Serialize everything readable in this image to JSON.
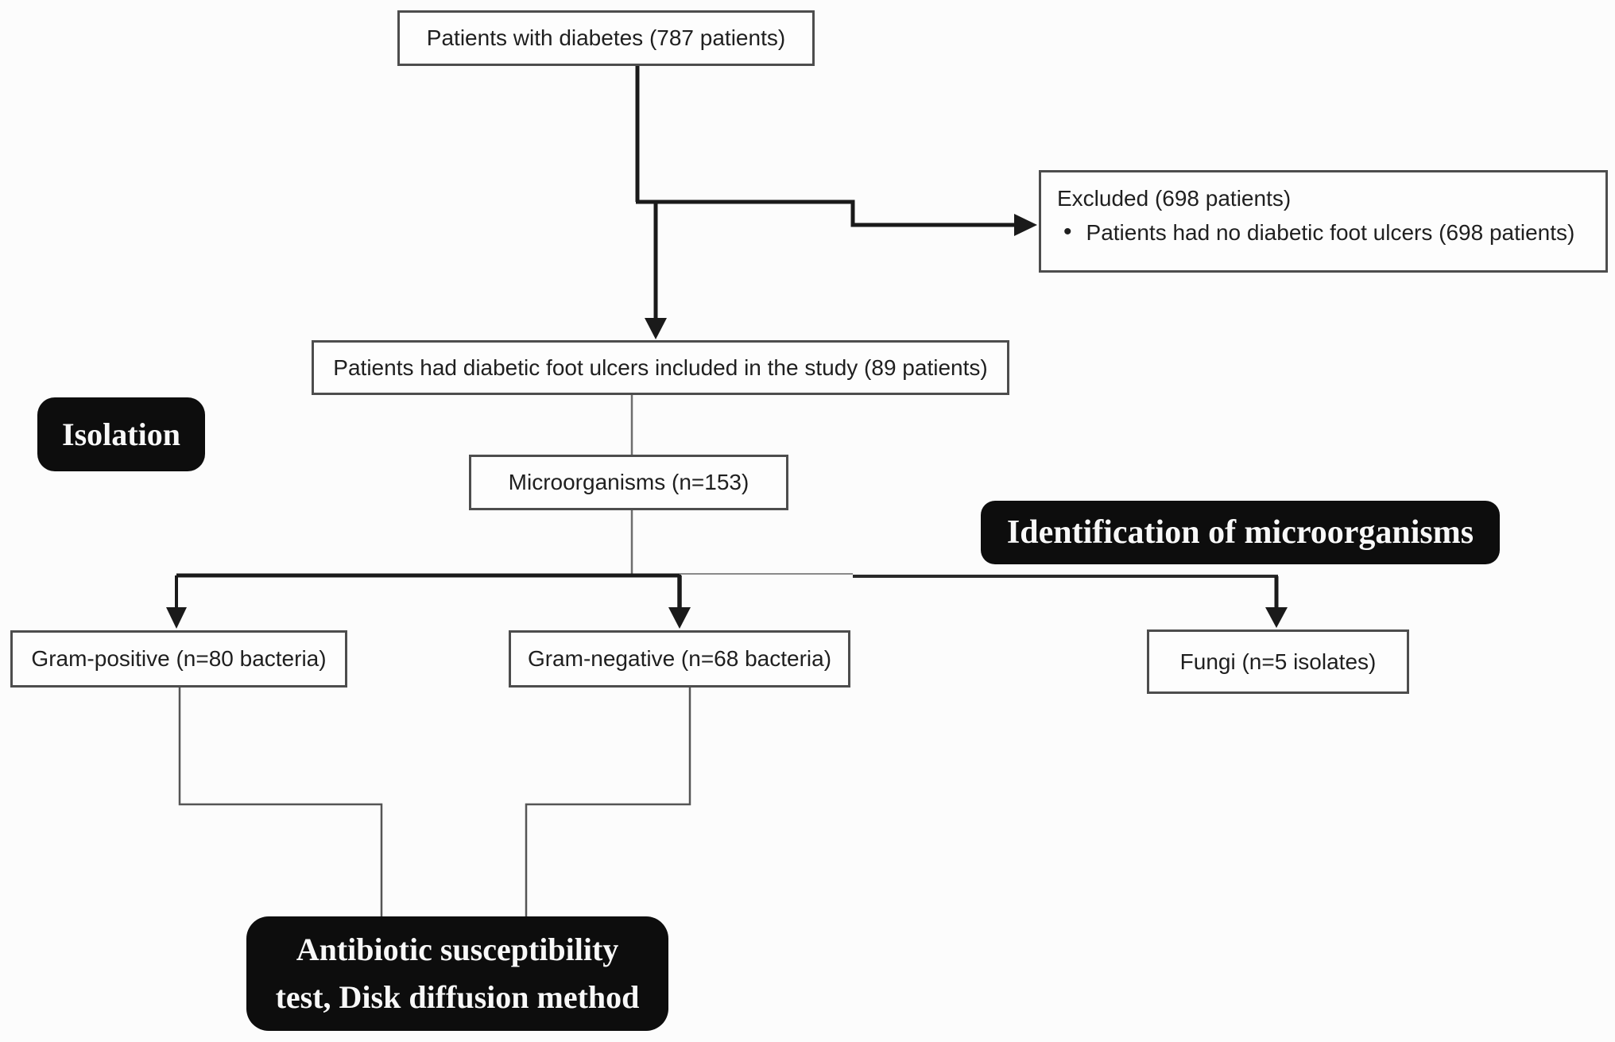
{
  "colors": {
    "background": "#fcfcfc",
    "box_background": "#fdfdfd",
    "box_border": "#4d4d4d",
    "label_background": "#0d0d0d",
    "label_text": "#f8f8f8",
    "arrow_line": "#1a1a1a",
    "thin_line": "#6e6e6e"
  },
  "nodes": {
    "patients": {
      "label": "Patients with diabetes (787 patients)"
    },
    "excluded": {
      "title": "Excluded (698 patients)",
      "bullet": "•",
      "reason": "Patients had no diabetic foot ulcers (698 patients)"
    },
    "included": {
      "label": "Patients had diabetic foot ulcers included in the study (89 patients)"
    },
    "isolation": {
      "label": "Isolation"
    },
    "microorganisms": {
      "label": "Microorganisms (n=153)"
    },
    "identification": {
      "label": "Identification of microorganisms"
    },
    "gram_positive": {
      "label": "Gram-positive (n=80 bacteria)"
    },
    "gram_negative": {
      "label": "Gram-negative (n=68 bacteria)"
    },
    "fungi": {
      "label": "Fungi (n=5 isolates)"
    },
    "antibiotic_test": {
      "line1": "Antibiotic susceptibility",
      "line2": "test, Disk diffusion method"
    }
  }
}
